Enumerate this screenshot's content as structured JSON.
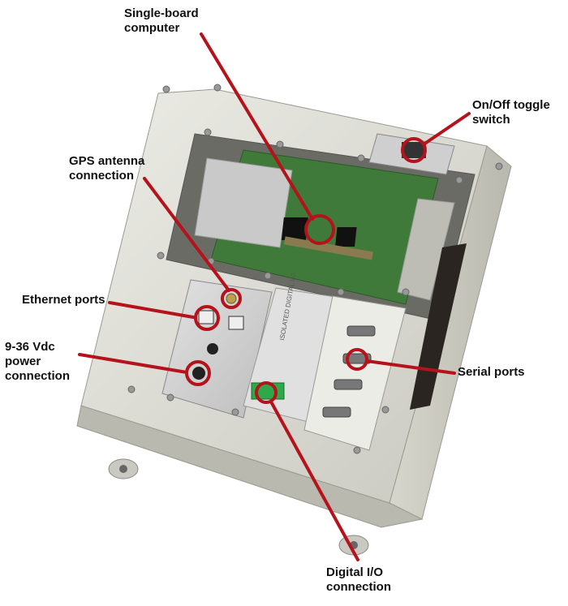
{
  "labels": {
    "sbc": {
      "line1": "Single-board",
      "line2": "computer"
    },
    "toggle": {
      "line1": "On/Off toggle",
      "line2": "switch"
    },
    "gps": {
      "line1": "GPS antenna",
      "line2": "connection"
    },
    "ethernet": {
      "line1": "Ethernet ports"
    },
    "power": {
      "line1": "9-36 Vdc",
      "line2": "power",
      "line3": "connection"
    },
    "serial": {
      "line1": "Serial ports"
    },
    "dio": {
      "line1": "Digital I/O",
      "line2": "connection"
    }
  },
  "panel_text": {
    "module_label": "ISOLATED DIGITAL I/O"
  },
  "colors": {
    "callout": "#b5121b",
    "enclosure": "#dcdcd4",
    "panel": "#cfcfcf",
    "pcb": "#3f7a3a",
    "terminal": "#2ea84a"
  }
}
